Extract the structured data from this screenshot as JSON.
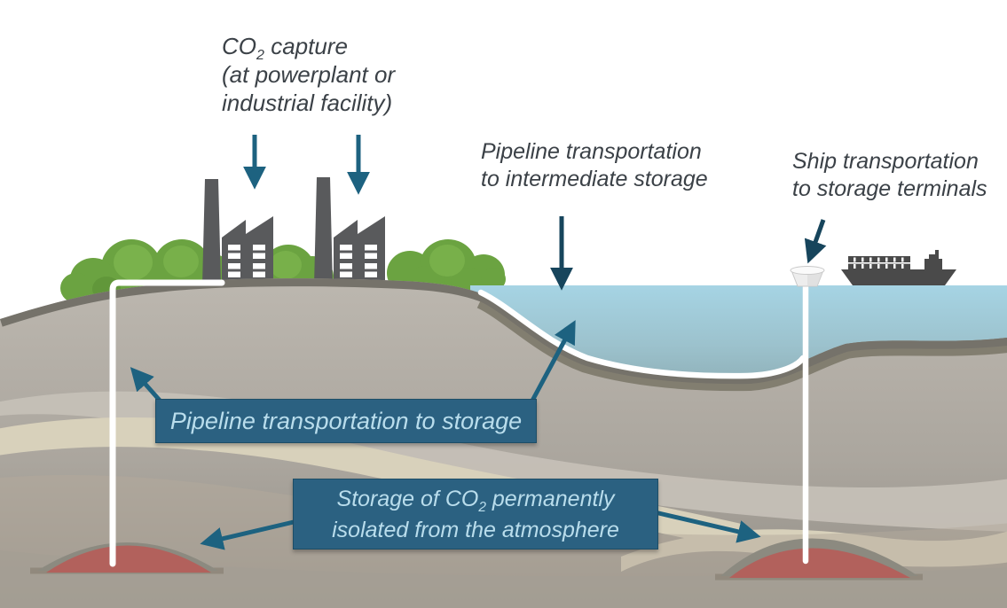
{
  "annotations": {
    "co2_capture": {
      "pre": "CO",
      "sub": "2",
      "post": " capture",
      "line2": "(at powerplant or",
      "line3": "industrial facility)"
    },
    "pipeline_intermediate": {
      "line1": "Pipeline transportation",
      "line2": "to intermediate storage"
    },
    "ship_transport": {
      "line1": "Ship transportation",
      "line2": "to storage terminals"
    }
  },
  "callouts": {
    "pipeline_storage": {
      "text": "Pipeline transportation to storage"
    },
    "co2_storage": {
      "pre": "Storage of CO",
      "sub": "2",
      "post": " permanently",
      "line2": "isolated from the atmosphere"
    }
  },
  "colors": {
    "sky": "#ffffff",
    "label_text": "#3b4147",
    "callout_box": "#2b6181",
    "callout_text": "#b9ddec",
    "arrow_teal": "#1d6280",
    "arrow_dark": "#17455c",
    "water_top": "#a6d4e4",
    "water_deep": "#8fb0b8",
    "land_top": "#bcb7af",
    "land_deep": "#938e86",
    "surface_edge": "#75726a",
    "seabed_band": "#827e70",
    "strata_cream": "#d8d1bb",
    "strata_gray": "#c6c1b8",
    "pipeline": "#ffffff",
    "reservoir": "#b2615c",
    "reservoir_cap": "#8c8a80",
    "factory": "#595a5c",
    "ship": "#4a4a4a",
    "tree": "#6ba341",
    "tree_light": "#7eb54f"
  },
  "icons": [
    "factory-icon",
    "trees-icon",
    "cargo-ship-icon",
    "buoy-terminal-icon",
    "pipeline-icon",
    "co2-reservoir-icon",
    "arrow-icon"
  ]
}
